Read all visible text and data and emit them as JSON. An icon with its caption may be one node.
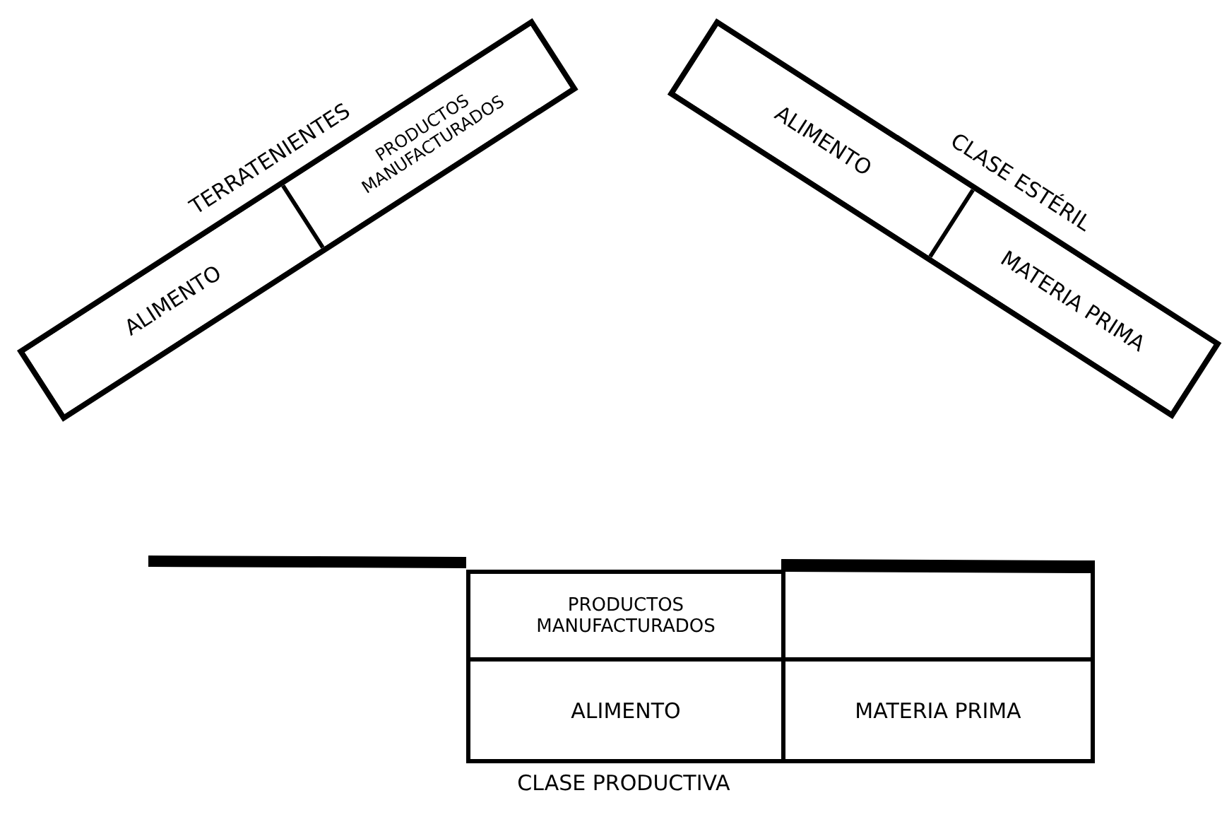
{
  "diagram": {
    "nodes": [
      {
        "text": [
          "TERRATENIENTES"
        ]
      },
      {
        "text": [
          "ALIMENTO"
        ],
        "in": 0
      },
      {
        "text": [
          "PRODUCTOS MANUFACTURADOS"
        ],
        "in": 0
      },
      {
        "text": [
          "CLASE ESTÉRIL"
        ]
      },
      {
        "text": [
          "ALIMENTO"
        ],
        "in": 3
      },
      {
        "text": [
          "MATERIA PRIMA"
        ],
        "in": 3
      },
      {
        "text": [
          "CLASE PRODUCTIVA"
        ]
      },
      {
        "text": [
          "PRODUCTOS MANUFACTURADOS"
        ],
        "in": 6
      },
      {
        "text": [],
        "shape": "box",
        "in": 6
      },
      {
        "text": [
          "ALIMENTO"
        ],
        "in": 6
      },
      {
        "text": [
          "MATERIA PRIMA"
        ],
        "in": 6
      }
    ]
  }
}
